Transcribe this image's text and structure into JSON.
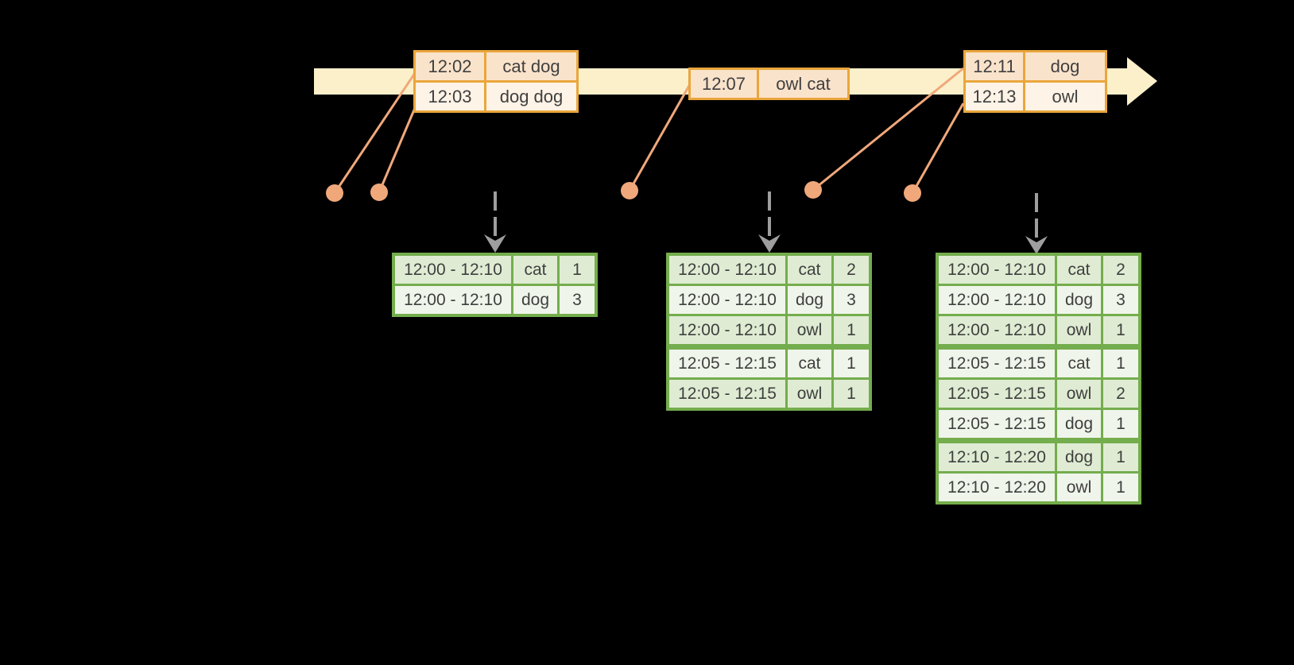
{
  "colors": {
    "background": "#000000",
    "text": "#3f3f3f",
    "timeline-fill": "#fbf0ca",
    "event-border": "#eaa63c",
    "event-row-dark": "#fae3cb",
    "event-row-light": "#fdf3e6",
    "marker": "#f0a87b",
    "trigger-arrow": "#9e9e9e",
    "result-border": "#74ad4d",
    "result-row-dark": "#dfecd3",
    "result-row-light": "#eff5ea"
  },
  "event_batches": [
    {
      "rows": [
        {
          "time": "12:02",
          "words": "cat dog"
        },
        {
          "time": "12:03",
          "words": "dog dog"
        }
      ]
    },
    {
      "rows": [
        {
          "time": "12:07",
          "words": "owl cat"
        }
      ]
    },
    {
      "rows": [
        {
          "time": "12:11",
          "words": "dog"
        },
        {
          "time": "12:13",
          "words": "owl"
        }
      ]
    }
  ],
  "result_tables": [
    {
      "rows": [
        {
          "window": "12:00 - 12:10",
          "word": "cat",
          "count": "1"
        },
        {
          "window": "12:00 - 12:10",
          "word": "dog",
          "count": "3"
        }
      ]
    },
    {
      "rows": [
        {
          "window": "12:00 - 12:10",
          "word": "cat",
          "count": "2"
        },
        {
          "window": "12:00 - 12:10",
          "word": "dog",
          "count": "3"
        },
        {
          "window": "12:00 - 12:10",
          "word": "owl",
          "count": "1"
        },
        {
          "window": "12:05 - 12:15",
          "word": "cat",
          "count": "1"
        },
        {
          "window": "12:05 - 12:15",
          "word": "owl",
          "count": "1"
        }
      ]
    },
    {
      "rows": [
        {
          "window": "12:00 - 12:10",
          "word": "cat",
          "count": "2"
        },
        {
          "window": "12:00 - 12:10",
          "word": "dog",
          "count": "3"
        },
        {
          "window": "12:00 - 12:10",
          "word": "owl",
          "count": "1"
        },
        {
          "window": "12:05 - 12:15",
          "word": "cat",
          "count": "1"
        },
        {
          "window": "12:05 - 12:15",
          "word": "owl",
          "count": "2"
        },
        {
          "window": "12:05 - 12:15",
          "word": "dog",
          "count": "1"
        },
        {
          "window": "12:10 - 12:20",
          "word": "dog",
          "count": "1"
        },
        {
          "window": "12:10 - 12:20",
          "word": "owl",
          "count": "1"
        }
      ]
    }
  ]
}
